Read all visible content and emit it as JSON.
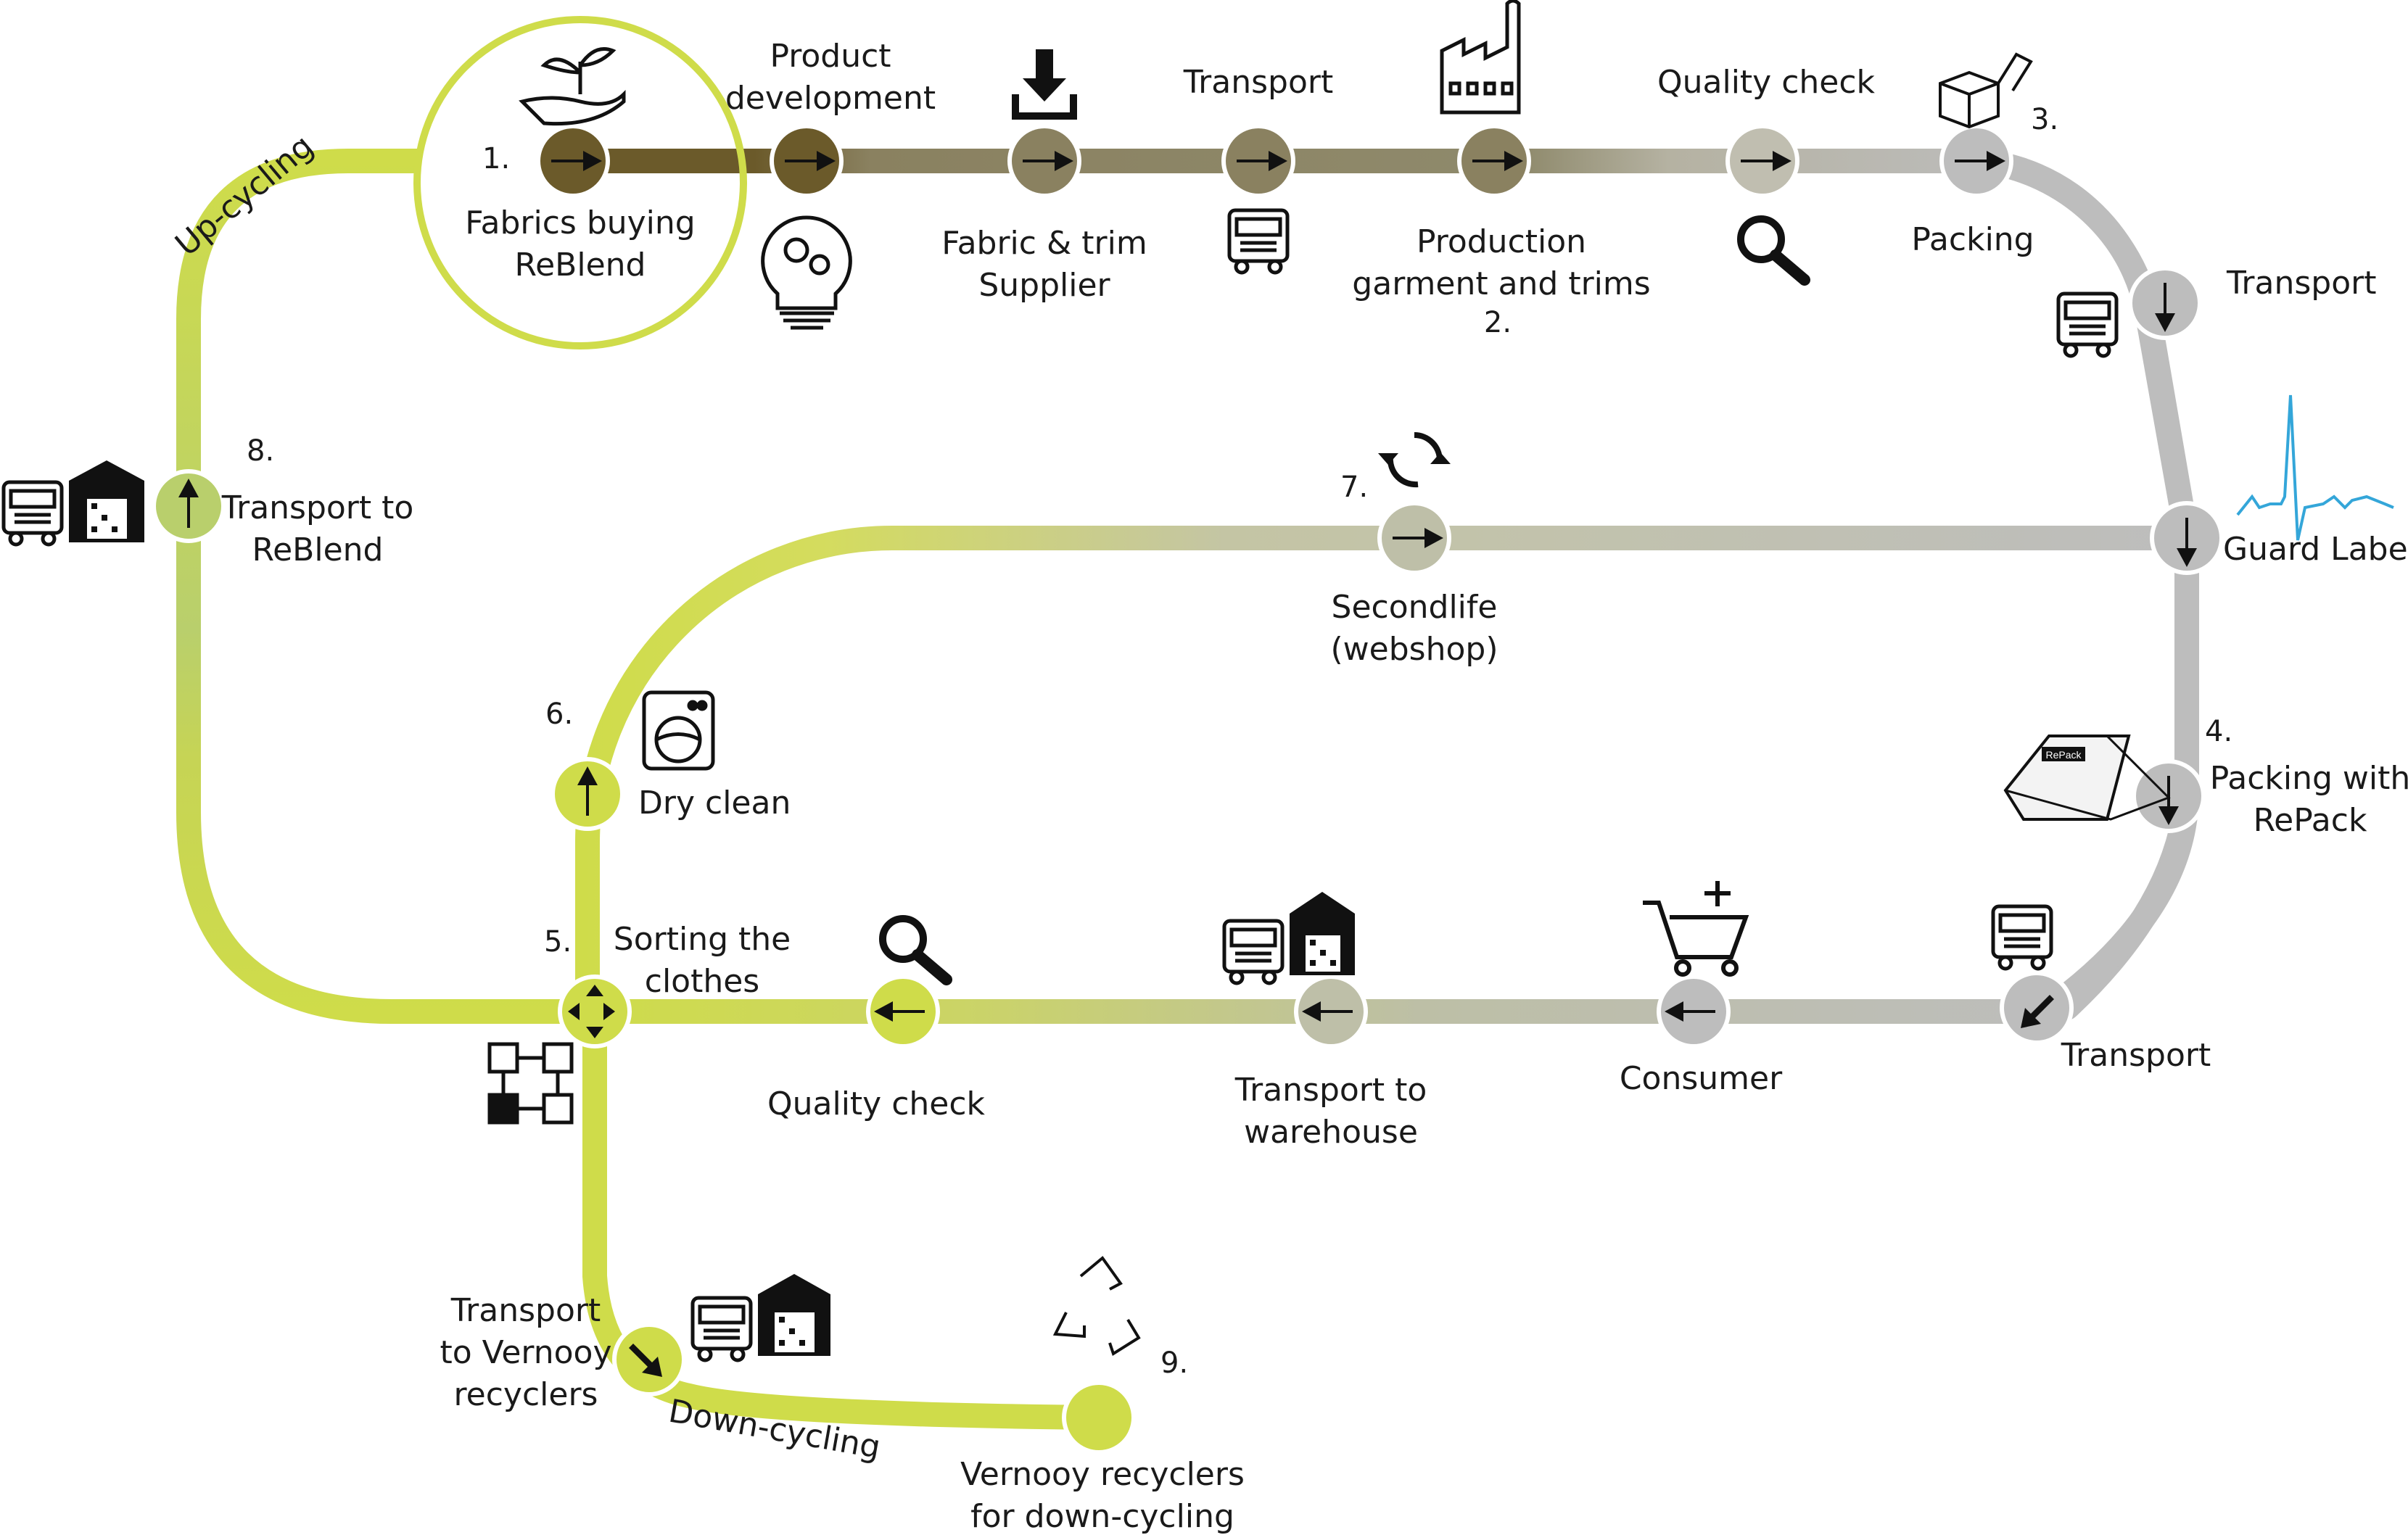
{
  "colors": {
    "dark_brown": "#6b5a2a",
    "olive_brown": "#8a8160",
    "warm_grey": "#b5b2a2",
    "grey": "#bdbdbd",
    "lime": "#cfdc4a",
    "pale_lime": "#dfe36f",
    "green_grey": "#c6cf8d",
    "guard_blue": "#34a6d9"
  },
  "steps": {
    "s1": {
      "num": "1.",
      "line1": "Fabrics buying",
      "line2": "ReBlend"
    },
    "product_dev": {
      "line1": "Product",
      "line2": "development"
    },
    "fabric_supplier": {
      "line1": "Fabric & trim",
      "line2": "Supplier"
    },
    "transport_top": {
      "line1": "Transport"
    },
    "production": {
      "line1": "Production",
      "line2": "garment and trims",
      "num": "2."
    },
    "quality_top": {
      "line1": "Quality check"
    },
    "packing": {
      "num": "3.",
      "line1": "Packing"
    },
    "transport_right": {
      "line1": "Transport"
    },
    "guard": {
      "line1": "Guard Label"
    },
    "repack": {
      "num": "4.",
      "line1": "Packing with",
      "line2": "RePack",
      "box_text": "RePack"
    },
    "transport_br": {
      "line1": "Transport"
    },
    "consumer": {
      "line1": "Consumer"
    },
    "warehouse": {
      "line1": "Transport to",
      "line2": "warehouse"
    },
    "quality_bottom": {
      "line1": "Quality check"
    },
    "sorting": {
      "num": "5.",
      "line1": "Sorting the",
      "line2": "clothes"
    },
    "dryclean": {
      "num": "6.",
      "line1": "Dry clean"
    },
    "secondlife": {
      "num": "7.",
      "line1": "Secondlife",
      "line2": "(webshop)"
    },
    "reblend": {
      "num": "8.",
      "line1": "Transport to",
      "line2": "ReBlend"
    },
    "vernooy_transport": {
      "line1": "Transport",
      "line2": "to Vernooy",
      "line3": "recyclers"
    },
    "downcycle_end": {
      "num": "9.",
      "line1": "Vernooy recyclers",
      "line2": "for down-cycling"
    }
  },
  "paths": {
    "upcycling": "Up-cycling",
    "downcycling": "Down-cycling"
  },
  "icons": [
    "plant-in-hand-icon",
    "lightbulb-gears-icon",
    "download-icon",
    "truck-icon",
    "factory-icon",
    "magnifier-icon",
    "open-box-icon",
    "heartbeat-icon",
    "repack-bag-icon",
    "warehouse-icon",
    "shopping-cart-icon",
    "recycle-icon",
    "network-icon",
    "refresh-icon",
    "washing-machine-icon"
  ]
}
